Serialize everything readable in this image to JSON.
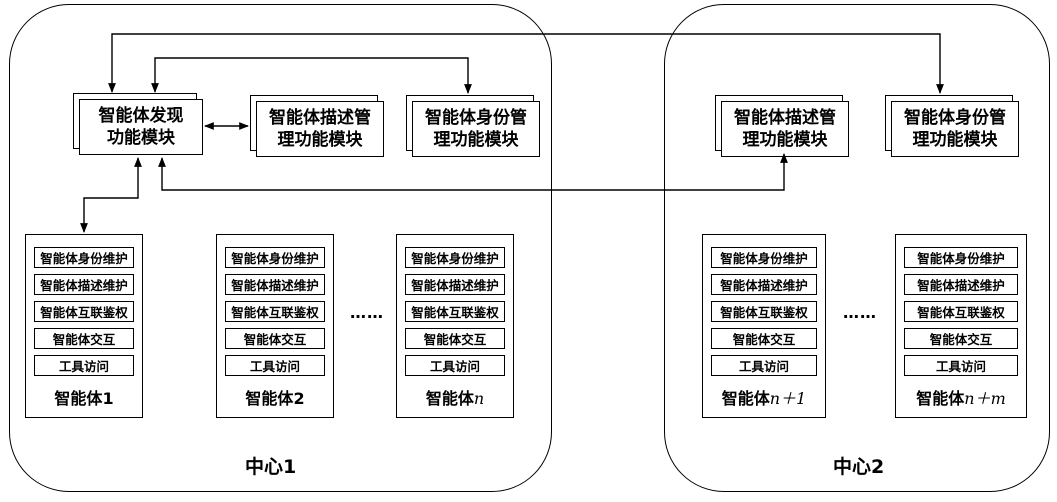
{
  "center1": {
    "label": "中心1",
    "modules": {
      "discovery": "智能体发现\n功能模块",
      "description": "智能体描述管\n理功能模块",
      "identity": "智能体身份管\n理功能模块"
    },
    "agents": [
      {
        "name": "智能体",
        "suffix": "1"
      },
      {
        "name": "智能体",
        "suffix": "2"
      },
      {
        "name": "智能体",
        "suffix": "n"
      }
    ],
    "ellipsis": "……"
  },
  "center2": {
    "label": "中心2",
    "modules": {
      "description": "智能体描述管\n理功能模块",
      "identity": "智能体身份管\n理功能模块"
    },
    "agents": [
      {
        "name": "智能体",
        "suffix": "n＋1"
      },
      {
        "name": "智能体",
        "suffix": "n＋m"
      }
    ],
    "ellipsis": "……"
  },
  "agent_functions": [
    "智能体身份维护",
    "智能体描述维护",
    "智能体互联鉴权",
    "智能体交互",
    "工具访问"
  ]
}
